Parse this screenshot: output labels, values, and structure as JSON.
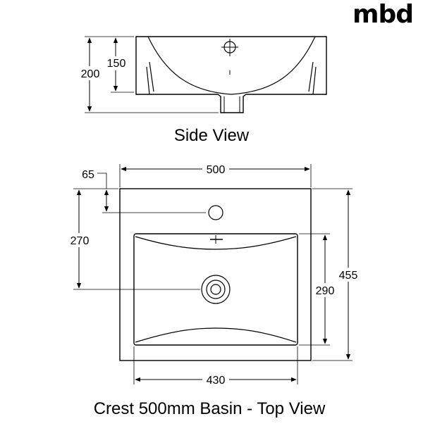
{
  "brand": {
    "logo_text": "mbd"
  },
  "side_view": {
    "caption": "Side View",
    "dims": {
      "overall_height": "200",
      "bowl_depth": "150"
    }
  },
  "top_view": {
    "caption": "Crest 500mm Basin - Top View",
    "dims": {
      "width": "500",
      "depth": "455",
      "tap_hole_offset": "65",
      "waste_offset": "270",
      "bowl_width": "430",
      "bowl_depth": "290"
    }
  }
}
